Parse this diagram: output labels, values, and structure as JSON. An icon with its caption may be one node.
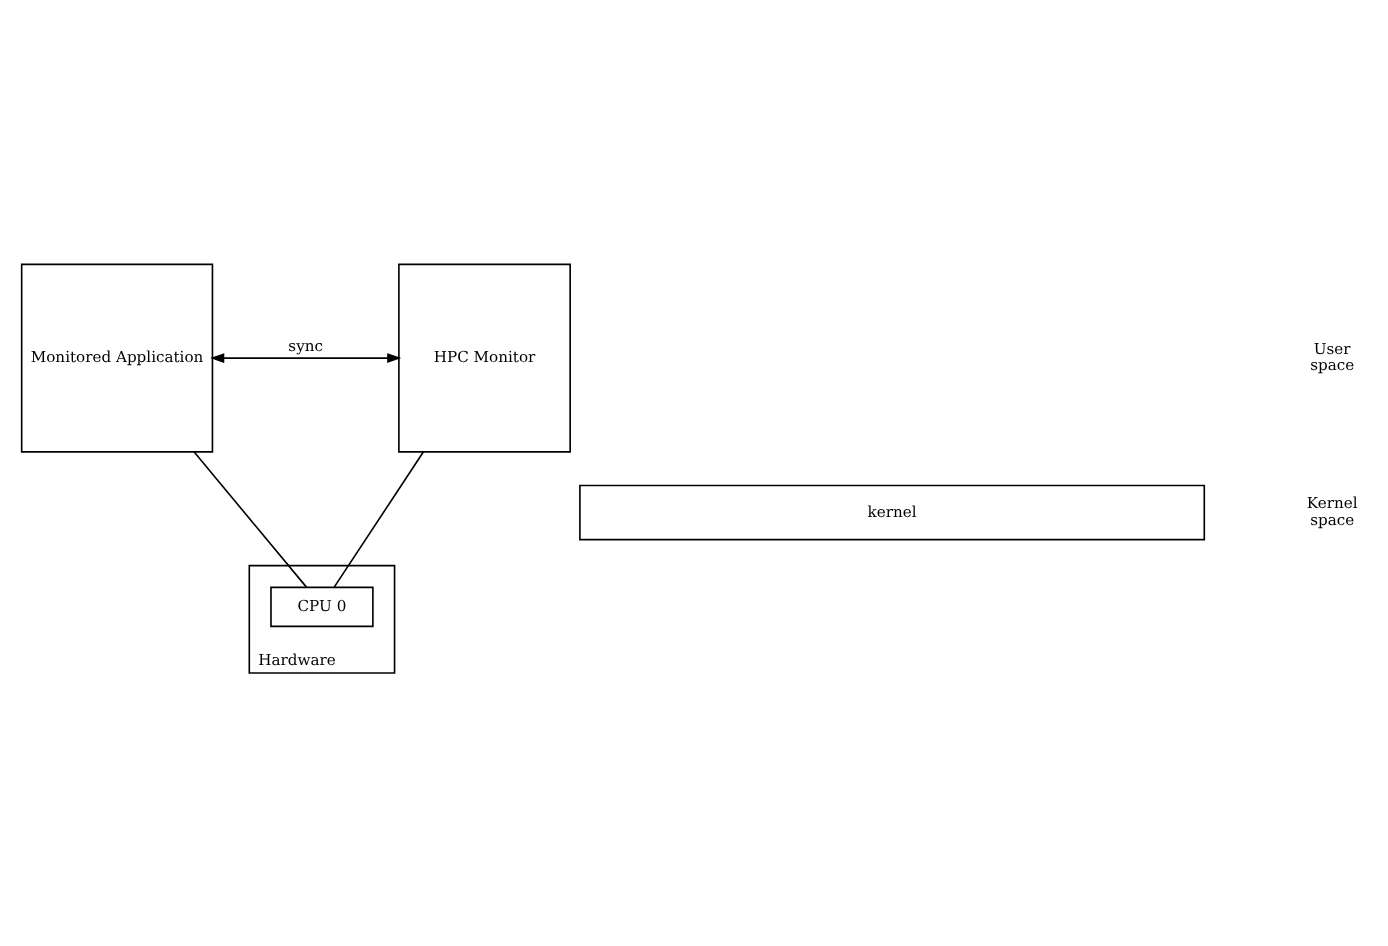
{
  "diagram": {
    "nodes": [
      {
        "text": [
          "Monitored Application"
        ]
      },
      {
        "text": [
          "HPC Monitor"
        ]
      },
      {
        "text": [
          "kernel"
        ]
      },
      {
        "text": [
          "Hardware"
        ]
      },
      {
        "text": [
          "CPU 0"
        ],
        "in": 3
      }
    ],
    "edges": [
      {
        "from": 0,
        "to": 1,
        "arrow": "both",
        "label": "sync"
      },
      {
        "from": 0,
        "to": 4,
        "arrow": "none"
      },
      {
        "from": 1,
        "to": 4,
        "arrow": "none"
      }
    ],
    "labels": [
      "User space",
      "Kernel space"
    ]
  }
}
